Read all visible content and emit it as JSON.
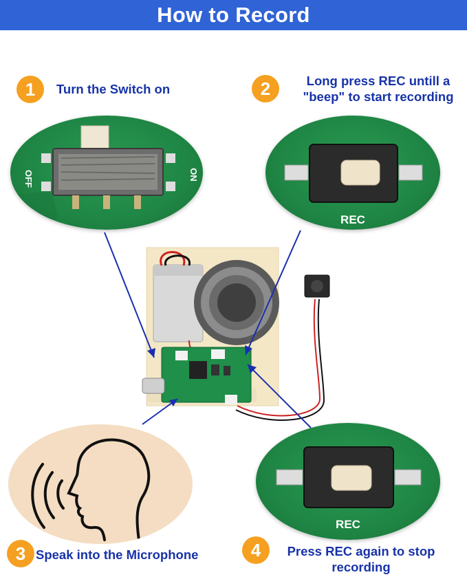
{
  "header": {
    "title": "How to Record"
  },
  "steps": [
    {
      "number": "1",
      "text": "Turn the Switch on"
    },
    {
      "number": "2",
      "text_line1": "Long press REC untill a",
      "text_line2": "\"beep\" to start recording"
    },
    {
      "number": "3",
      "text": "Speak into the Microphone"
    },
    {
      "number": "4",
      "text_line1": "Press REC again to stop",
      "text_line2": "recording"
    }
  ],
  "switch_photo": {
    "off_label": "OFF",
    "on_label": "ON"
  },
  "button_photo_top": {
    "label": "REC"
  },
  "button_photo_bottom": {
    "label": "REC"
  },
  "colors": {
    "header": "#2f63d6",
    "step_badge": "#f5a020",
    "step_text": "#1833a8",
    "pcb_green": "#1f8645",
    "pointer_line": "#1a2fb0"
  }
}
